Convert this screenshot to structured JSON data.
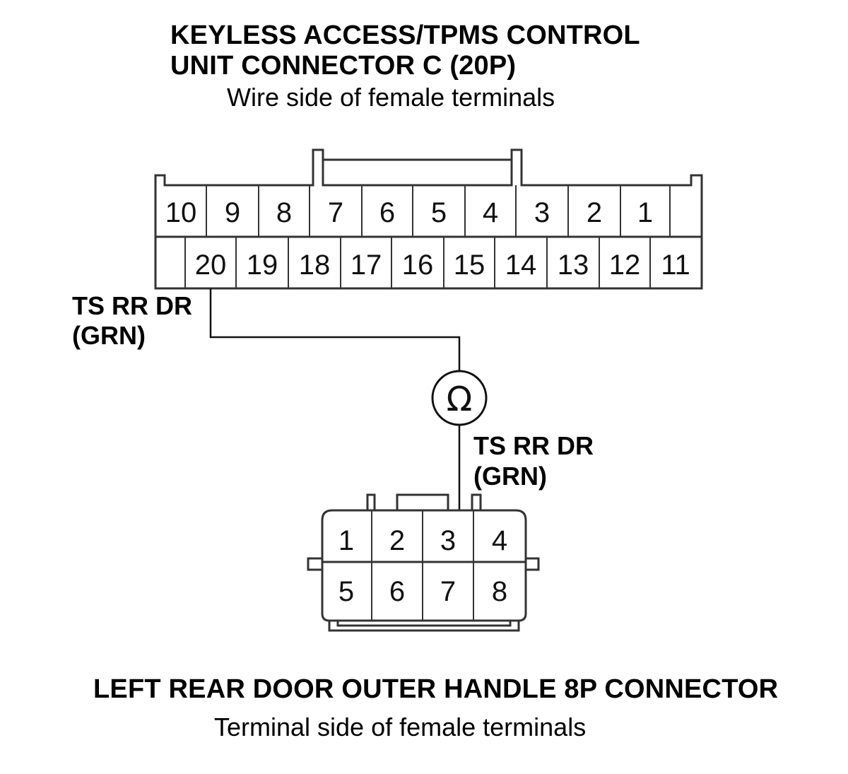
{
  "top_connector": {
    "title_line1": "KEYLESS ACCESS/TPMS CONTROL",
    "title_line2": "UNIT CONNECTOR C (20P)",
    "subtitle": "Wire side of female terminals",
    "row1_pins": [
      "10",
      "9",
      "8",
      "7",
      "6",
      "5",
      "4",
      "3",
      "2",
      "1"
    ],
    "row2_pins": [
      "20",
      "19",
      "18",
      "17",
      "16",
      "15",
      "14",
      "13",
      "12",
      "11"
    ]
  },
  "wire_top": {
    "label_line1": "TS RR DR",
    "label_line2": "(GRN)"
  },
  "meter": {
    "symbol": "Ω",
    "icon": "ohmmeter-icon"
  },
  "wire_bottom": {
    "label_line1": "TS RR DR",
    "label_line2": "(GRN)"
  },
  "bottom_connector": {
    "title": "LEFT REAR DOOR OUTER HANDLE 8P CONNECTOR",
    "subtitle": "Terminal side of female terminals",
    "row1_pins": [
      "1",
      "2",
      "3",
      "4"
    ],
    "row2_pins": [
      "5",
      "6",
      "7",
      "8"
    ]
  }
}
